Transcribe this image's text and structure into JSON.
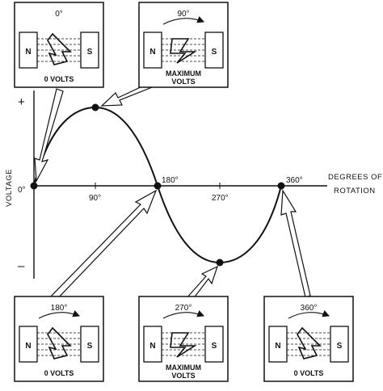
{
  "axes": {
    "y_title": "VOLTAGE",
    "x_title_line1": "DEGREES OF",
    "x_title_line2": "ROTATION",
    "plus": "+",
    "minus": "–",
    "ticks": [
      "0°",
      "90°",
      "180°",
      "270°",
      "360°"
    ]
  },
  "panels": [
    {
      "angle": "0°",
      "caption": [
        "0 VOLTS"
      ],
      "show_arrow": false
    },
    {
      "angle": "90°",
      "caption": [
        "MAXIMUM",
        "VOLTS"
      ],
      "show_arrow": true
    },
    {
      "angle": "180°",
      "caption": [
        "0 VOLTS"
      ],
      "show_arrow": true
    },
    {
      "angle": "270°",
      "caption": [
        "MAXIMUM",
        "VOLTS"
      ],
      "show_arrow": true
    },
    {
      "angle": "360°",
      "caption": [
        "0 VOLTS"
      ],
      "show_arrow": true
    }
  ],
  "poles": {
    "north": "N",
    "south": "S"
  }
}
